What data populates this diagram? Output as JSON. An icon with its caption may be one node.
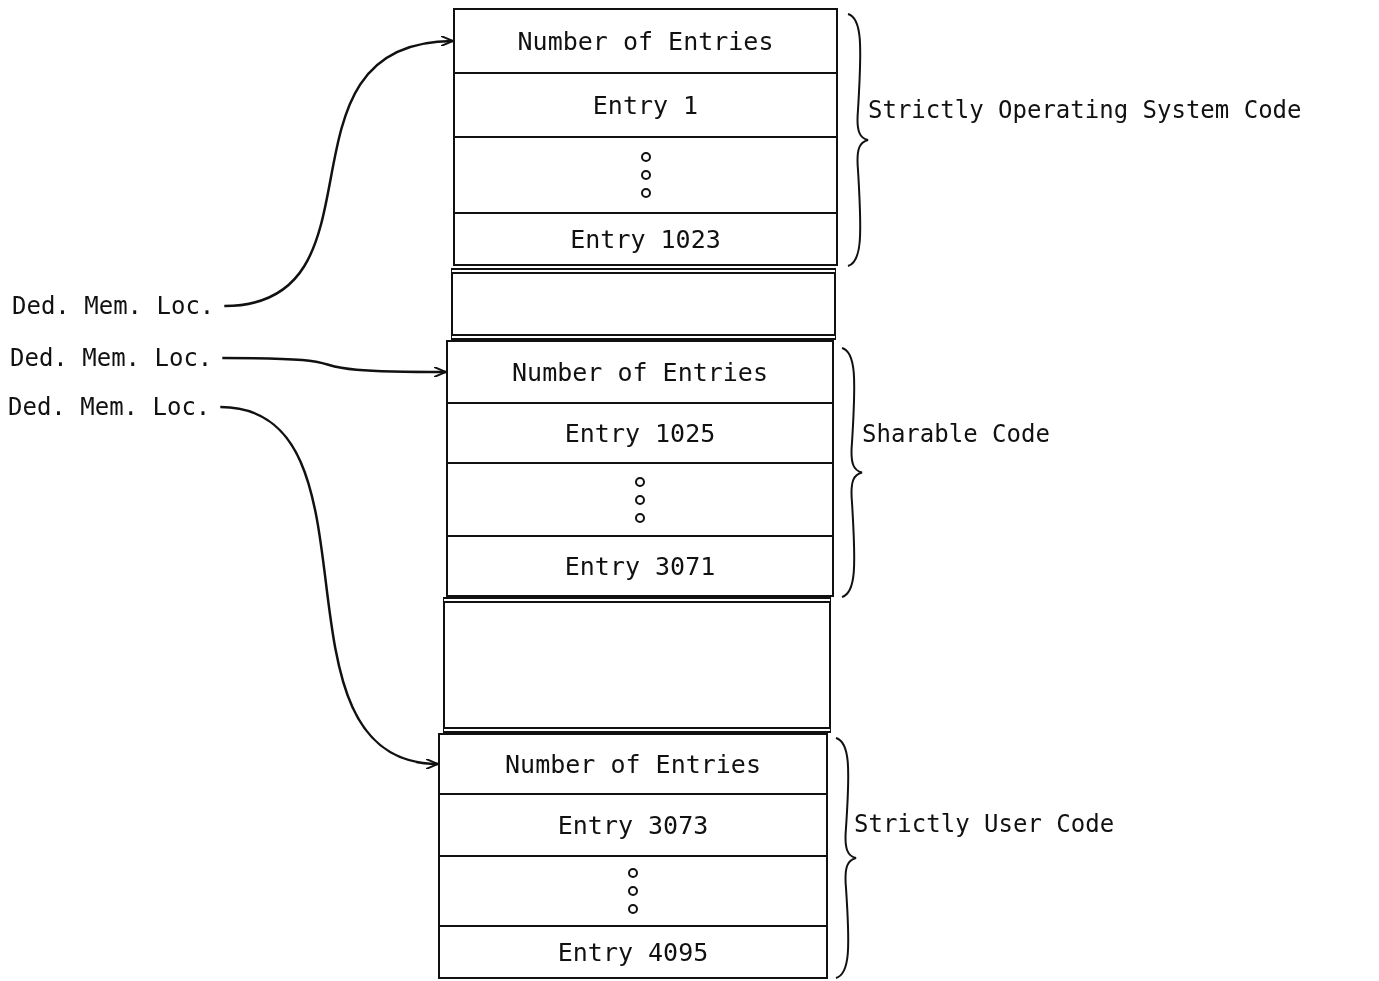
{
  "diagram": {
    "nodes": [
      {
        "text": [
          "Number of Entries"
        ]
      },
      {
        "text": [
          "Entry 1"
        ]
      },
      {
        "text": [],
        "shape": "box"
      },
      {
        "text": [
          "Entry 1023"
        ]
      },
      {
        "text": [],
        "shape": "box"
      },
      {
        "text": [
          "Number of Entries"
        ]
      },
      {
        "text": [
          "Entry 1025"
        ]
      },
      {
        "text": [],
        "shape": "box"
      },
      {
        "text": [
          "Entry 3071"
        ]
      },
      {
        "text": [],
        "shape": "box"
      },
      {
        "text": [
          "Number of Entries"
        ]
      },
      {
        "text": [
          "Entry 3073"
        ]
      },
      {
        "text": [],
        "shape": "box"
      },
      {
        "text": [
          "Entry 4095"
        ]
      },
      {
        "text": [
          "Ded. Mem. Loc."
        ]
      },
      {
        "text": [
          "Ded. Mem. Loc."
        ]
      },
      {
        "text": [
          "Ded. Mem. Loc."
        ]
      }
    ],
    "edges": [
      {
        "from": 14,
        "to": 0,
        "arrow": "to"
      },
      {
        "from": 15,
        "to": 5,
        "arrow": "to"
      },
      {
        "from": 16,
        "to": 10,
        "arrow": "to"
      }
    ],
    "labels": [
      "Strictly Operating System Code",
      "Sharable Code",
      "Strictly User Code"
    ]
  }
}
